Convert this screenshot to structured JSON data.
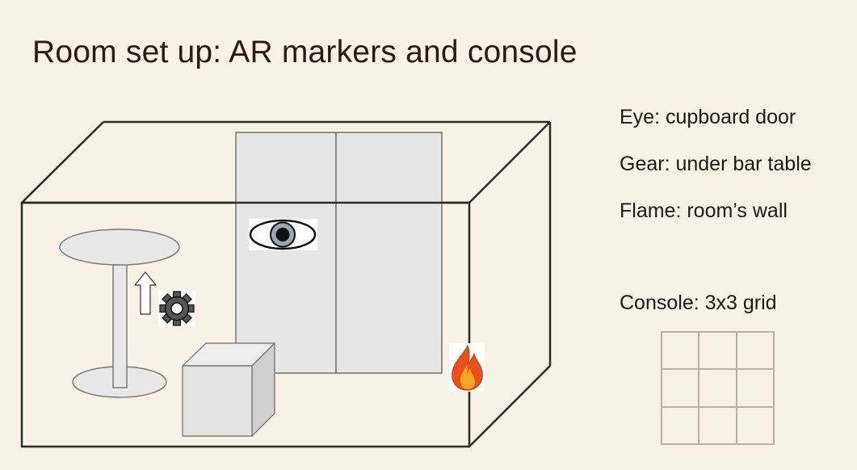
{
  "slide": {
    "title": "Room set up: AR markers and console"
  },
  "markers": [
    {
      "icon": "eye-icon",
      "label": "Eye: cupboard door"
    },
    {
      "icon": "gear-icon",
      "label": "Gear: under bar table"
    },
    {
      "icon": "flame-icon",
      "label": "Flame: room’s wall"
    }
  ],
  "console": {
    "label": "Console: 3x3 grid",
    "rows": 3,
    "cols": 3
  },
  "colors": {
    "background": "#f8f1e6",
    "outline": "#2a2a2a",
    "cupboard_fill": "#e6e6e6",
    "flame_outer": "#e8501c",
    "flame_inner": "#f6a623",
    "grid_line": "#b9b1a5"
  }
}
